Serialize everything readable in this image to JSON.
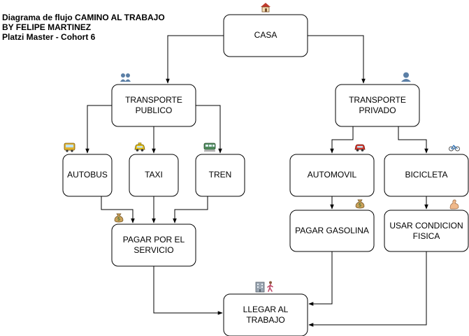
{
  "title": {
    "line1": "Diagrama de flujo CAMINO AL TRABAJO",
    "line2": "BY FELIPE MARTINEZ",
    "line3": "Platzi Master - Cohort 6"
  },
  "nodes": {
    "casa": "CASA",
    "transporte_publico": [
      "TRANSPORTE",
      "PUBLICO"
    ],
    "transporte_privado": [
      "TRANSPORTE",
      "PRIVADO"
    ],
    "autobus": "AUTOBUS",
    "taxi": "TAXI",
    "tren": "TREN",
    "automovil": "AUTOMOVIL",
    "bicicleta": "BICICLETA",
    "pagar_por_el_servicio": [
      "PAGAR POR EL",
      "SERVICIO"
    ],
    "pagar_gasolina": "PAGAR GASOLINA",
    "usar_condicion_fisica": [
      "USAR CONDICION",
      "FISICA"
    ],
    "llegar_al_trabajo": [
      "LLEGAR AL",
      "TRABAJO"
    ]
  },
  "icons": {
    "house": "house-icon",
    "people": "people-icon",
    "person": "person-icon",
    "bus": "bus-icon",
    "taxi": "taxi-icon",
    "train": "train-icon",
    "car": "car-icon",
    "bicycle": "bicycle-icon",
    "money_bag": "money-bag-icon",
    "flexed_arm": "flexed-arm-icon",
    "office": "office-building-icon",
    "walking": "walking-person-icon"
  }
}
